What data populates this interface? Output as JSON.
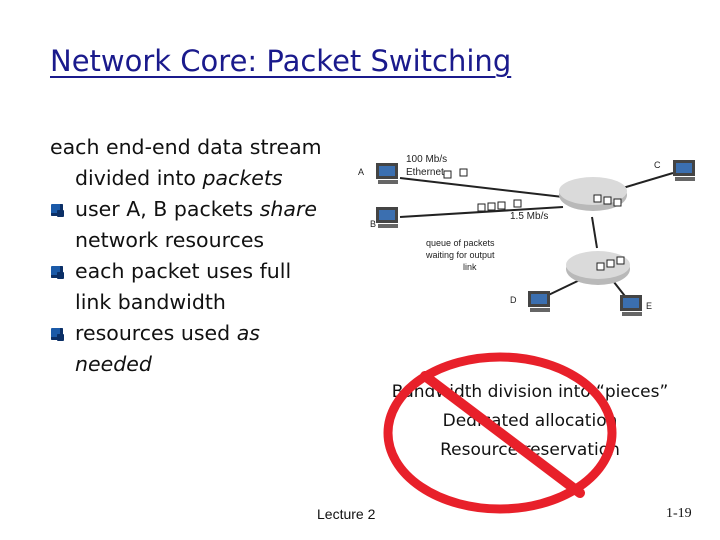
{
  "slide": {
    "title": "Network Core: Packet Switching",
    "bullets": [
      {
        "text_parts": [
          "each end-end data stream"
        ]
      },
      {
        "text_parts": [
          "divided into ",
          "packets"
        ]
      },
      {
        "text_parts": [
          "user A, B packets ",
          "share"
        ]
      },
      {
        "text_parts": [
          "network resources"
        ]
      },
      {
        "text_parts": [
          "each packet uses full"
        ]
      },
      {
        "text_parts": [
          "link bandwidth"
        ]
      },
      {
        "text_parts": [
          "resources used ",
          "as"
        ]
      },
      {
        "text_parts": [
          "needed"
        ]
      }
    ],
    "diagram": {
      "host_labels": [
        "A",
        "B",
        "C",
        "D",
        "E"
      ],
      "link_label_top": "100 Mb/s",
      "link_label_bottom": "Ethernet",
      "router_link_label": "1.5 Mb/s",
      "queue_label_lines": [
        "queue of packets",
        "waiting for output",
        "link"
      ]
    },
    "captions": [
      "Bandwidth division into “pieces”",
      "Dedicated allocation",
      "Resource reservation"
    ],
    "footer": {
      "lecture": "Lecture 2",
      "page": "1-19"
    },
    "colors": {
      "title": "#1a1a8c",
      "bullet": "#1b5aa8",
      "no_entry_sign": "#e8202a"
    }
  }
}
